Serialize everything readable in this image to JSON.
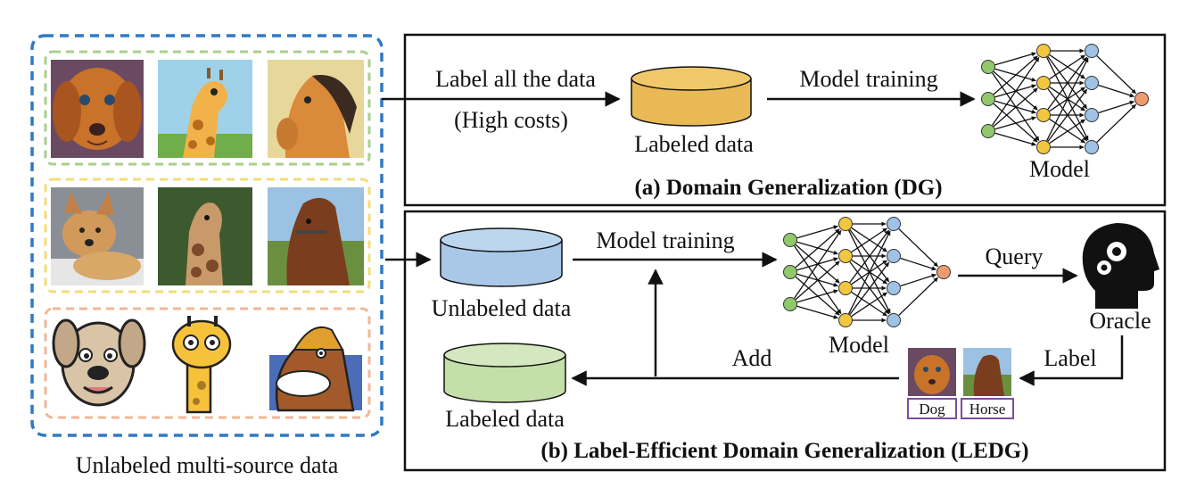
{
  "left_panel": {
    "caption": "Unlabeled multi-source data",
    "domains": [
      {
        "style": "painting",
        "border_color": "#a9cf8c",
        "images": [
          "dog",
          "giraffe",
          "horse"
        ]
      },
      {
        "style": "photo",
        "border_color": "#f3dd78",
        "images": [
          "dog",
          "giraffe",
          "horse"
        ]
      },
      {
        "style": "cartoon",
        "border_color": "#efb898",
        "images": [
          "dog",
          "giraffe",
          "horse"
        ]
      }
    ],
    "outer_border_color": "#2f79c5"
  },
  "dg": {
    "label_all": "Label all the data",
    "high_costs": "(High costs)",
    "labeled_data": "Labeled data",
    "model_training": "Model training",
    "model": "Model",
    "title": "(a) Domain Generalization (DG)",
    "cylinder_color": "#e9b956"
  },
  "ledg": {
    "unlabeled_data": "Unlabeled data",
    "model_training": "Model training",
    "model": "Model",
    "query": "Query",
    "oracle": "Oracle",
    "label": "Label",
    "add": "Add",
    "labeled_data": "Labeled data",
    "dog_tag": "Dog",
    "horse_tag": "Horse",
    "title": "(b) Label-Efficient Domain Generalization (LEDG)",
    "unlabeled_color": "#a9c8e8",
    "labeled_color": "#c4dfa9",
    "tag_border": "#7b4fa0"
  },
  "network_colors": {
    "input": "#8fc96b",
    "hidden1": "#f3c640",
    "hidden2": "#9dc3e6",
    "output": "#ef9b6f"
  }
}
